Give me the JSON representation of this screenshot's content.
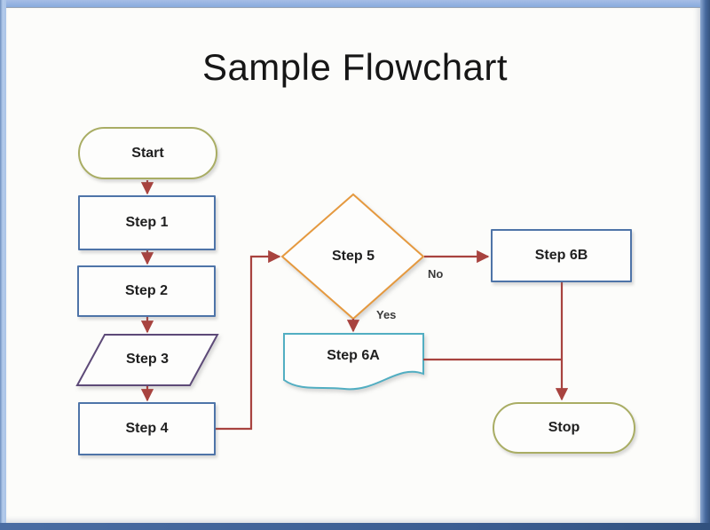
{
  "title": "Sample Flowchart",
  "diagram": {
    "nodes": {
      "start": {
        "label": "Start",
        "shape": "terminator"
      },
      "step1": {
        "label": "Step 1",
        "shape": "process"
      },
      "step2": {
        "label": "Step 2",
        "shape": "process"
      },
      "step3": {
        "label": "Step 3",
        "shape": "data-parallelogram"
      },
      "step4": {
        "label": "Step 4",
        "shape": "process"
      },
      "step5": {
        "label": "Step 5",
        "shape": "decision-diamond"
      },
      "step6a": {
        "label": "Step 6A",
        "shape": "document"
      },
      "step6b": {
        "label": "Step 6B",
        "shape": "process"
      },
      "stop": {
        "label": "Stop",
        "shape": "terminator"
      }
    },
    "edges": [
      {
        "from": "start",
        "to": "step1"
      },
      {
        "from": "step1",
        "to": "step2"
      },
      {
        "from": "step2",
        "to": "step3"
      },
      {
        "from": "step3",
        "to": "step4"
      },
      {
        "from": "step4",
        "to": "step5"
      },
      {
        "from": "step5",
        "to": "step6a",
        "label": "Yes"
      },
      {
        "from": "step5",
        "to": "step6b",
        "label": "No"
      },
      {
        "from": "step6a",
        "to": "stop"
      },
      {
        "from": "step6b",
        "to": "stop"
      }
    ],
    "branch_labels": {
      "yes": "Yes",
      "no": "No"
    },
    "colors": {
      "terminator_border": "#A9AD64",
      "process_border": "#4E74A8",
      "data_border": "#5D4A78",
      "decision_border": "#E5993F",
      "document_border": "#52AEC2",
      "connector": "#A8433F",
      "text": "#1F1F1F",
      "frame_top": "#93B2E2",
      "frame_right": "#46699D",
      "frame_bottom": "#3A5C90"
    }
  }
}
